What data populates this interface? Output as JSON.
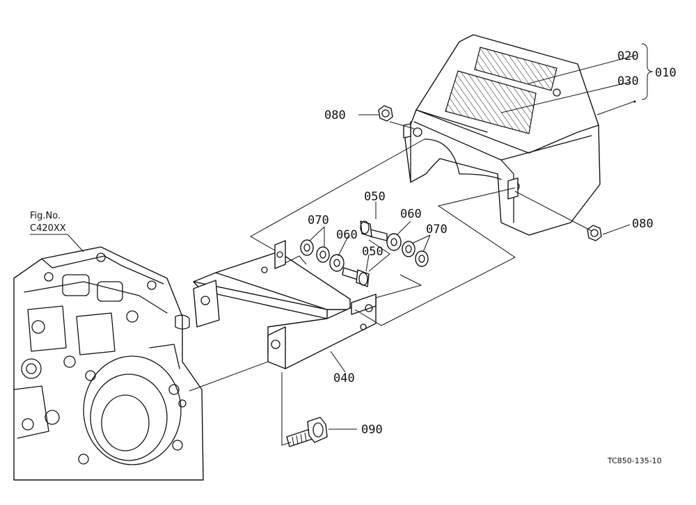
{
  "fig_ref": {
    "line1": "Fig.No.",
    "line2": "C420XX"
  },
  "labels": {
    "p010": "010",
    "p020": "020",
    "p030": "030",
    "p040": "040",
    "p050a": "050",
    "p050b": "050",
    "p060a": "060",
    "p060b": "060",
    "p070a": "070",
    "p070b": "070",
    "p080a": "080",
    "p080b": "080",
    "p090": "090"
  },
  "drawing_code": "TC850-135-10"
}
